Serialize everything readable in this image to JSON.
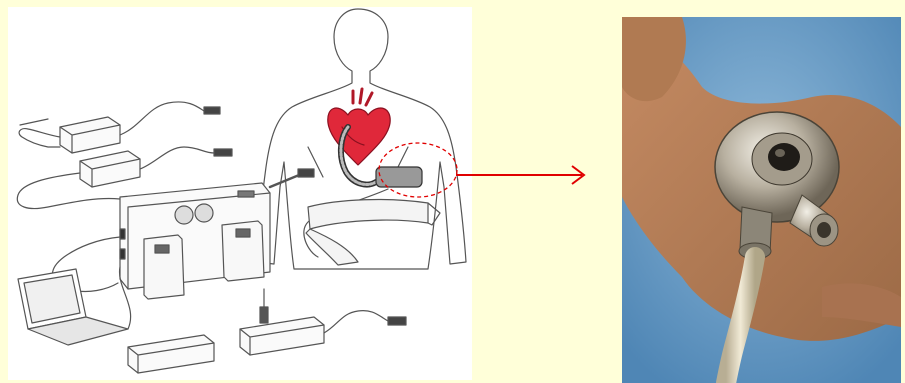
{
  "figure": {
    "left_illustration": "lvad-system-illustration",
    "right_photo": "implanted-pump-photo",
    "connector": "callout-arrow"
  },
  "colors": {
    "page_background": "#FFFFD9",
    "arrow": "#E00000",
    "callout_circle": "#E00000",
    "heart": "#E0283A",
    "line_art": "#555555",
    "photo_background": "#6AA0C8",
    "pump_metal": "#C9C3B5",
    "cable": "#E6DEC8"
  },
  "icons": {
    "callout_arrow": "right-arrow-icon"
  }
}
